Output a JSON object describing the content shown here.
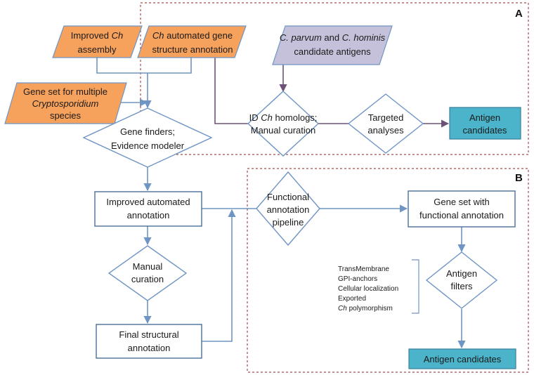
{
  "panel_labels": {
    "a": "A",
    "b": "B"
  },
  "nodes": {
    "improved_ch_assembly": [
      "Improved Ch",
      "assembly"
    ],
    "ch_automated_annotation": [
      "Ch automated gene",
      "structure annotation"
    ],
    "cparvum_antigens": [
      "C. parvum and C. hominis",
      "candidate antigens"
    ],
    "gene_set_multiple": [
      "Gene set for multiple",
      "Cryptosporidium",
      "species"
    ],
    "gene_finders": [
      "Gene finders;",
      "Evidence modeler"
    ],
    "id_ch_homologs": [
      "ID Ch homologs;",
      "Manual curation"
    ],
    "targeted_analyses": [
      "Targeted",
      "analyses"
    ],
    "antigen_candidates_a": [
      "Antigen",
      "candidates"
    ],
    "improved_automated_annotation": [
      "Improved automated",
      "annotation"
    ],
    "functional_annotation_pipeline": [
      "Functional",
      "annotation",
      "pipeline"
    ],
    "gene_set_functional": [
      "Gene set with",
      "functional annotation"
    ],
    "manual_curation": [
      "Manual",
      "curation"
    ],
    "antigen_filters": [
      "Antigen",
      "filters"
    ],
    "final_structural": [
      "Final structural",
      "annotation"
    ],
    "antigen_candidates_b": "Antigen candidates"
  },
  "filter_criteria": [
    "TransMembrane",
    "GPI-anchors",
    "Cellular localization",
    "Exported",
    "Ch polymorphism"
  ],
  "colors": {
    "orange": "#f6a15c",
    "lavender": "#c6c1da",
    "teal": "#4bb4cb",
    "flow_arrow": "#6f95c4",
    "purple_arrow": "#6d5277",
    "panel_border": "#a94a4a"
  }
}
